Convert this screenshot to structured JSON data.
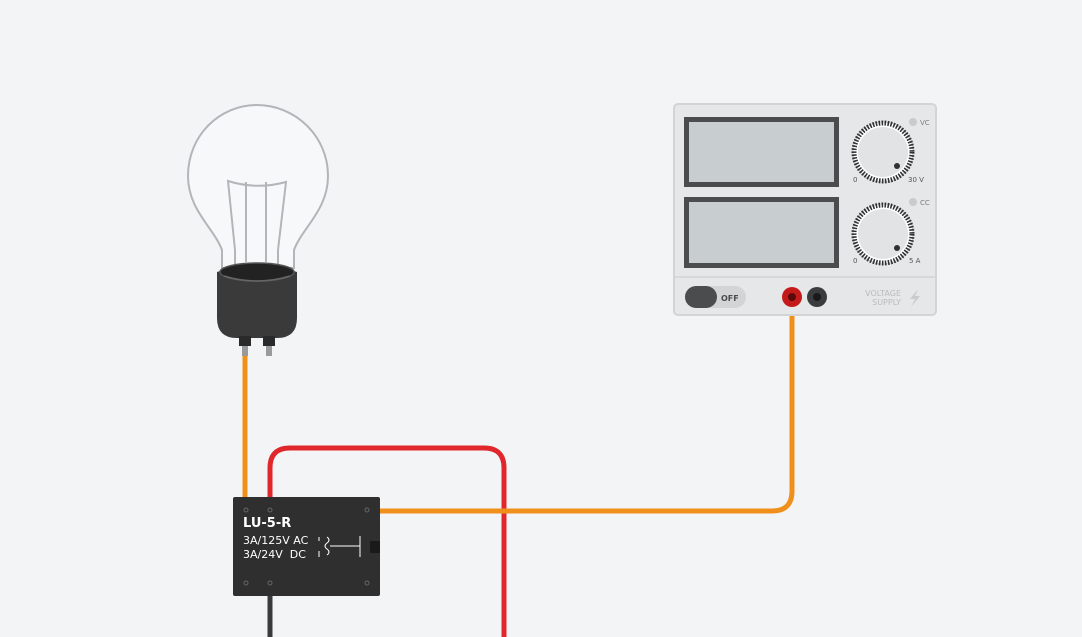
{
  "colors": {
    "background": "#f3f4f6",
    "wire_orange": "#f0901b",
    "wire_red": "#e0272c",
    "wire_black": "#3a3a3a",
    "relay_body": "#2f2f2f",
    "supply_body": "#e6e7e8",
    "terminal_red": "#c41a1a"
  },
  "power_supply": {
    "name": "voltage-supply",
    "voltage_display": "",
    "current_display": "",
    "knob_voltage_min": "0",
    "knob_voltage_max": "30 V",
    "knob_current_min": "0",
    "knob_current_max": "5 A",
    "vc_label": "VC",
    "cc_label": "CC",
    "power_state": "OFF",
    "brand_line1": "VOLTAGE",
    "brand_line2": "SUPPLY"
  },
  "relay": {
    "model": "LU-5-R",
    "rating_ac": "3A/125V AC",
    "rating_dc": "3A/24V  DC"
  },
  "bulb": {
    "name": "light-bulb"
  }
}
